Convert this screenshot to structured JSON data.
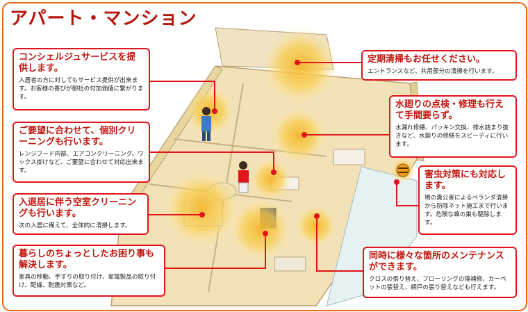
{
  "page_title": "アパート・マンション",
  "callouts": {
    "concierge": {
      "title": "コンシェルジュサービスを提供します。",
      "body": "入居者の方に対してもサービス提供が出来ます。お客様の喜びが御社の付加価値に繋がります。"
    },
    "cleaning": {
      "title": "ご要望に合わせて、個別クリーニングも行います。",
      "body": "レンジフード内部、エアコンクリーニング、ワックス掛けなど、ご要望に合わせて対応出来ます。"
    },
    "move": {
      "title": "入退居に伴う空室クリーニングも行います。",
      "body": "次の入居に備えて、全体的に清掃します。"
    },
    "trouble": {
      "title": "暮らしのちょっとしたお困り事も解決します。",
      "body": "家具の移動、手すりの取り付け、家電製品の取り付け、配線、耐震対策など。"
    },
    "regular": {
      "title": "定期清掃もお任せください。",
      "body": "エントランスなど、共用部分の清掃を行います。"
    },
    "water": {
      "title": "水廻りの点検・修理も行えて手間要らず。",
      "body": "水漏れ修繕、パッキン交換、排水詰まり抜きなど、水廻りの修繕をスピーディに行います。"
    },
    "pest": {
      "title": "害虫対策にも対応します。",
      "body": "鳩の糞公害によるベランダ清掃から防除ネット施工まで行います。危険な蜂の巣も駆除します。"
    },
    "maint": {
      "title": "同時に様々な箇所のメンテナンスができます。",
      "body": "クロスの張り替え、フローリングの傷補修、カーペットの張替え、網戸の張り替えなども行えます。"
    }
  },
  "colors": {
    "accent": "#e0141b",
    "title": "#b3160c",
    "frame": "#e36b1a",
    "glow": "#f7c842"
  }
}
